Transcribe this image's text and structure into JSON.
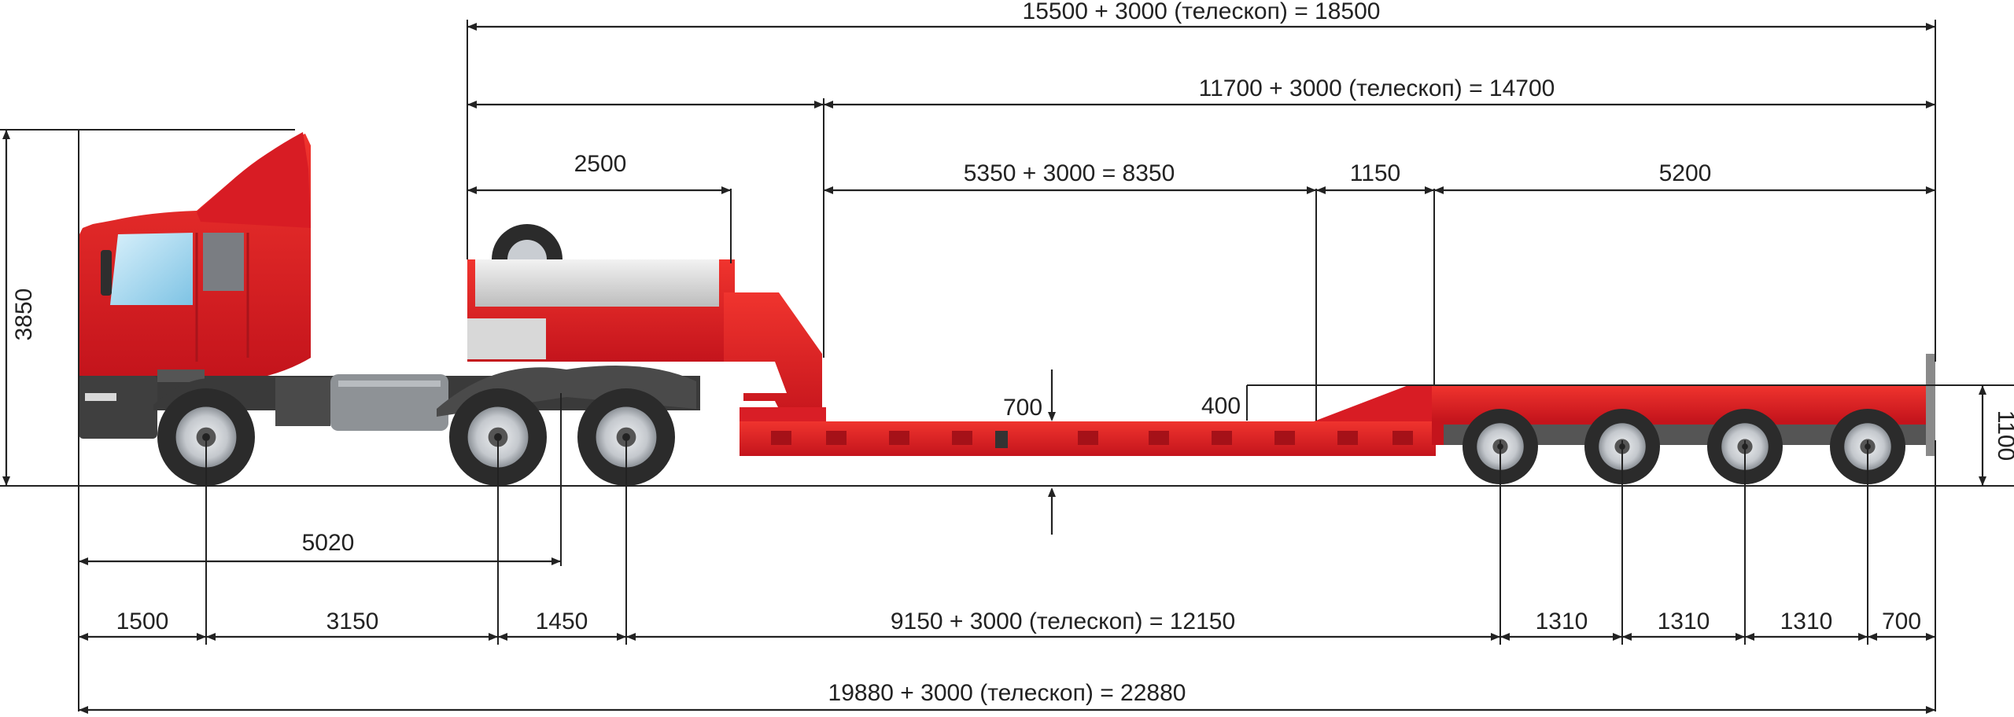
{
  "colors": {
    "body_red": "#e8202a",
    "dark_red": "#b8121a",
    "tire": "#2b2b2b",
    "rim": "#c9cdd2",
    "chassis": "#3a3a3a",
    "glass": "#9ed3ee",
    "line": "#222222"
  },
  "dimensions": {
    "total_top": "15500 + 3000 (телескоп) = 18500",
    "deck_total": "11700 + 3000 (телескоп) = 14700",
    "gooseneck": "2500",
    "low_deck": "5350 + 3000 = 8350",
    "ramp": "1150",
    "rear_deck": "5200",
    "height_total": "3850",
    "deck_height_low": "700",
    "deck_height_step": "400",
    "rear_height": "1100",
    "fifth_wheel": "5020",
    "front_overhang": "1500",
    "wheelbase_1": "3150",
    "wheelbase_2": "1450",
    "trailer_span": "9150 + 3000 (телескоп) = 12150",
    "axle_gap_1": "1310",
    "axle_gap_2": "1310",
    "axle_gap_3": "1310",
    "rear_overhang": "700",
    "overall": "19880 + 3000 (телескоп) = 22880"
  },
  "icons": [
    "truck-cab-icon",
    "wheel-icon",
    "spare-wheel-icon"
  ]
}
